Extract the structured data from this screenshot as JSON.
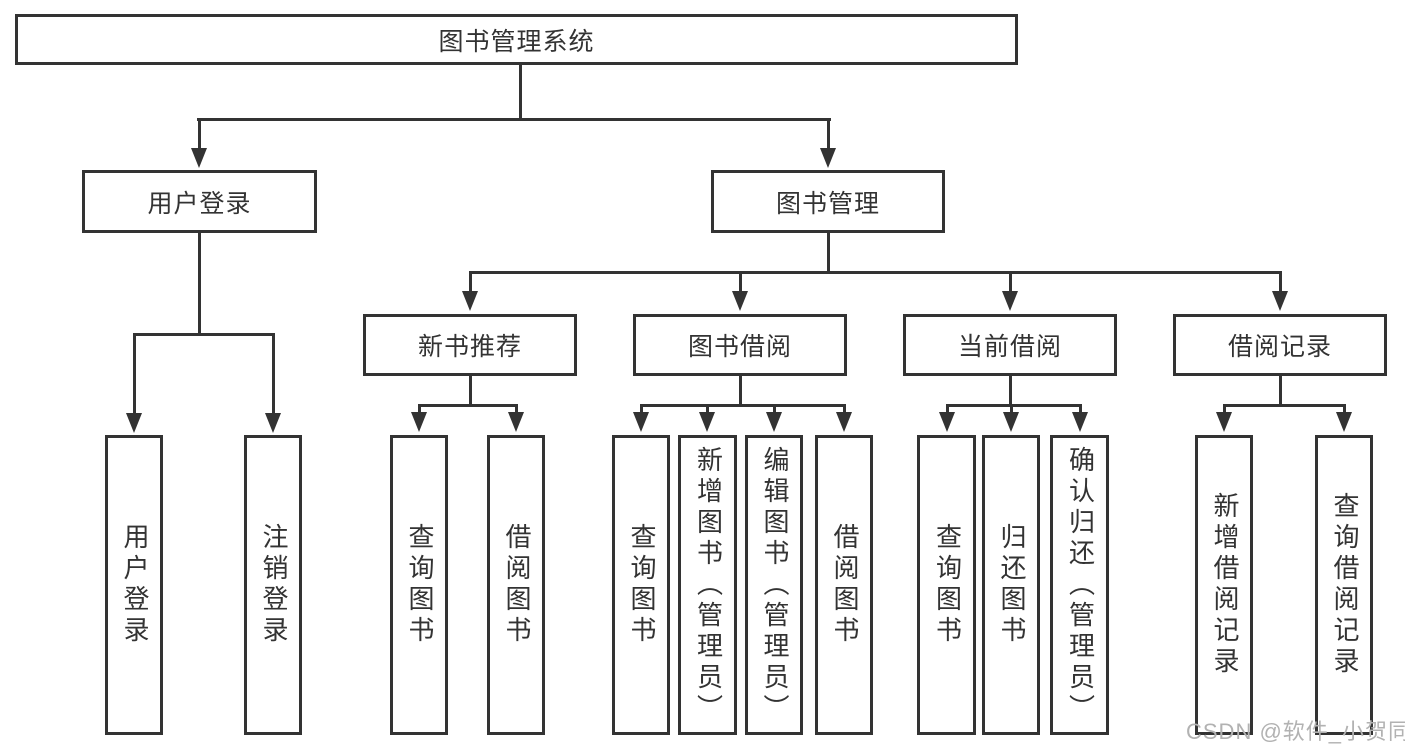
{
  "tree": {
    "root": "图书管理系统",
    "user_login": {
      "label": "用户登录",
      "children": [
        "用户登录",
        "注销登录"
      ]
    },
    "book_mgmt": {
      "label": "图书管理",
      "groups": [
        {
          "label": "新书推荐",
          "children": [
            "查询图书",
            "借阅图书"
          ]
        },
        {
          "label": "图书借阅",
          "children": [
            "查询图书",
            "新增图书（管理员）",
            "编辑图书（管理员）",
            "借阅图书"
          ]
        },
        {
          "label": "当前借阅",
          "children": [
            "查询图书",
            "归还图书",
            "确认归还（管理员）"
          ]
        },
        {
          "label": "借阅记录",
          "children": [
            "新增借阅记录",
            "查询借阅记录"
          ]
        }
      ]
    }
  },
  "watermark": "CSDN @软件_小贺同学",
  "colors": {
    "line": "#333333",
    "text": "#333333",
    "watermark": "#b2b2b2",
    "background": "#ffffff"
  }
}
